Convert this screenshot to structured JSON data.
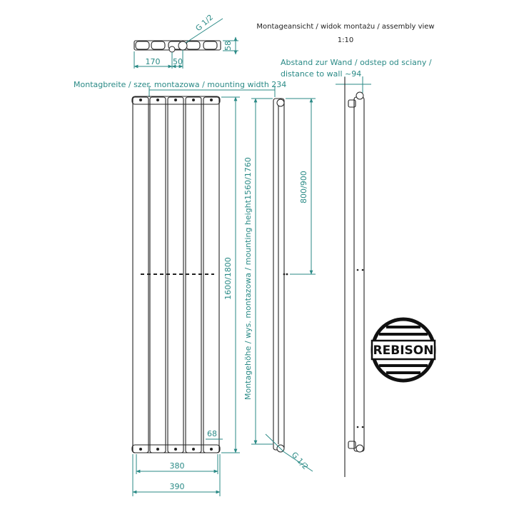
{
  "title": {
    "line1": "Montageansicht / widok montażu / assembly view",
    "line2": "1:10"
  },
  "top_view": {
    "dim_170": "170",
    "dim_50": "50",
    "dim_58": "58",
    "thread": "G 1/2"
  },
  "front_view": {
    "mounting_width": "Montagbreite / szer. montazowa / mounting width 234",
    "height_1600": "1600/1800",
    "dim_68": "68",
    "width_380": "380",
    "width_390": "390"
  },
  "side_view": {
    "mounting_height": "Montagehöhe / wys. montazowa / mounting height",
    "height_1560": "1560/1760",
    "spacing_800": "800/900",
    "thread": "G 1/2",
    "wall_distance_line1": "Abstand zur Wand / odstep od sciany /",
    "wall_distance_line2": "distance to wall ~94"
  },
  "logo": {
    "brand": "REBISON"
  },
  "colors": {
    "dimension": "#2a8a86",
    "outline": "#222222"
  }
}
